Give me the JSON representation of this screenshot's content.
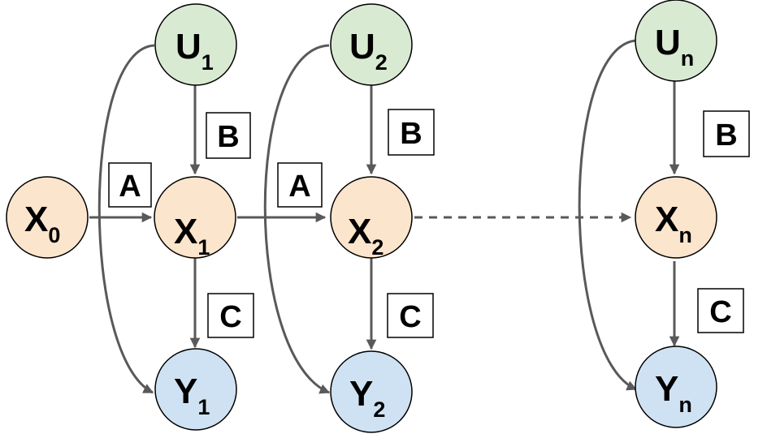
{
  "colors": {
    "u_fill": "#d9ead3",
    "x_fill": "#fce5cd",
    "y_fill": "#cfe2f3",
    "stroke": "#000000",
    "edge": "#595959"
  },
  "nodes": {
    "u1": {
      "main": "U",
      "sub": "1"
    },
    "u2": {
      "main": "U",
      "sub": "2"
    },
    "un": {
      "main": "U",
      "sub": "n"
    },
    "x0": {
      "main": "X",
      "sub": "0"
    },
    "x1": {
      "main": "X",
      "sub": "1"
    },
    "x2": {
      "main": "X",
      "sub": "2"
    },
    "xn": {
      "main": "X",
      "sub": "n"
    },
    "y1": {
      "main": "Y",
      "sub": "1"
    },
    "y2": {
      "main": "Y",
      "sub": "2"
    },
    "yn": {
      "main": "Y",
      "sub": "n"
    }
  },
  "boxes": {
    "a1": "A",
    "a2": "A",
    "b1": "B",
    "b2": "B",
    "bn": "B",
    "c1": "C",
    "c2": "C",
    "cn": "C"
  }
}
